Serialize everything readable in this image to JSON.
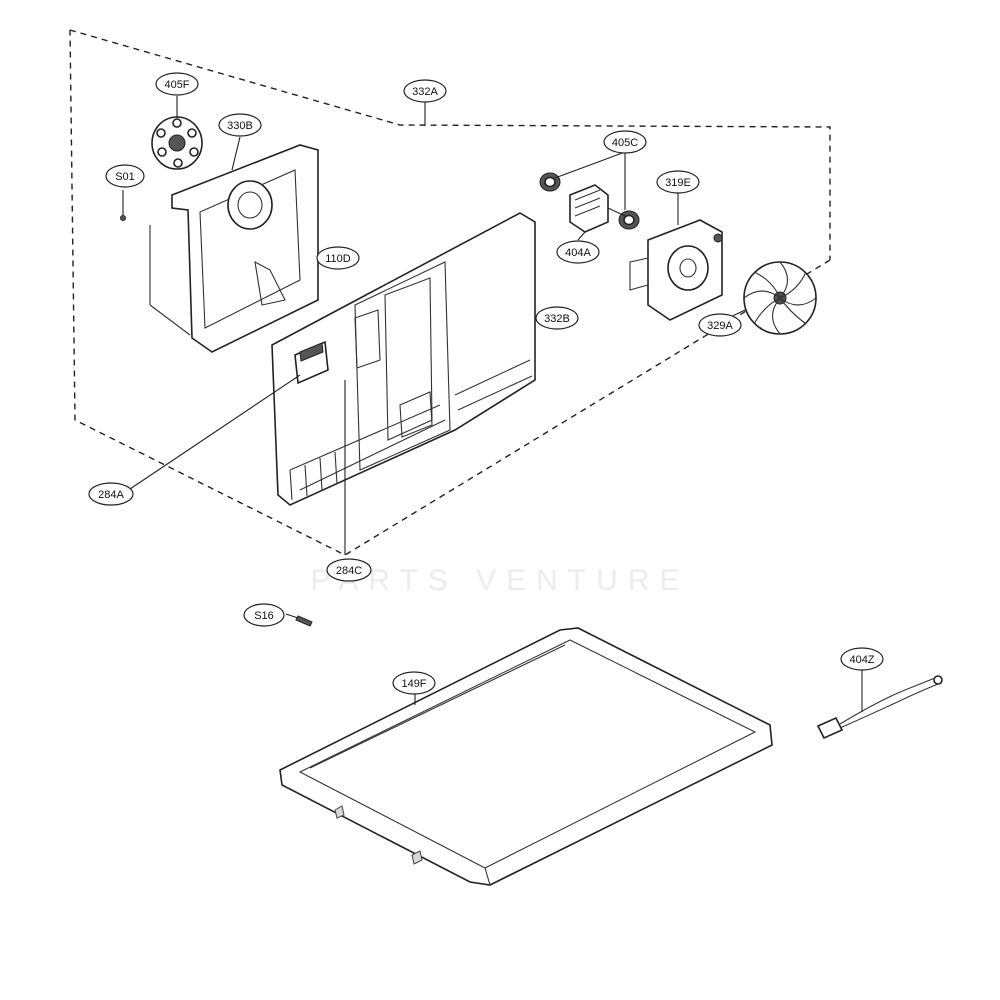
{
  "diagram": {
    "watermark": "PARTS VENTURE",
    "callouts": [
      {
        "id": "405F",
        "label": "405F"
      },
      {
        "id": "330B",
        "label": "330B"
      },
      {
        "id": "332A",
        "label": "332A"
      },
      {
        "id": "S01",
        "label": "S01"
      },
      {
        "id": "110D",
        "label": "110D"
      },
      {
        "id": "405C",
        "label": "405C"
      },
      {
        "id": "319E",
        "label": "319E"
      },
      {
        "id": "404A",
        "label": "404A"
      },
      {
        "id": "329A",
        "label": "329A"
      },
      {
        "id": "332B",
        "label": "332B"
      },
      {
        "id": "284A",
        "label": "284A"
      },
      {
        "id": "284C",
        "label": "284C"
      },
      {
        "id": "S16",
        "label": "S16"
      },
      {
        "id": "149F",
        "label": "149F"
      },
      {
        "id": "404Z",
        "label": "404Z"
      }
    ]
  }
}
